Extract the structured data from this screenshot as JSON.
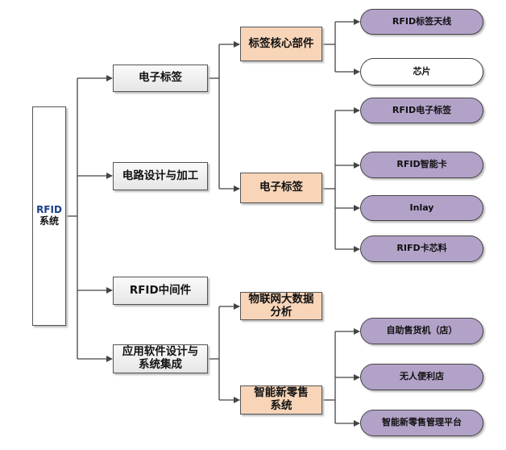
{
  "diagram": {
    "type": "tree",
    "root": {
      "label_line1": "RFID",
      "label_line2": "系统"
    },
    "level1": [
      {
        "label": "电子标签"
      },
      {
        "label": "电路设计与加工"
      },
      {
        "label": "RFID中间件"
      },
      {
        "label_line1": "应用软件设计与",
        "label_line2": "系统集成"
      }
    ],
    "level2": [
      {
        "label": "标签核心部件",
        "parent": "电子标签"
      },
      {
        "label": "电子标签",
        "parent": "电子标签"
      },
      {
        "label_line1": "物联网大数据",
        "label_line2": "分析",
        "parent": "应用软件设计与系统集成"
      },
      {
        "label_line1": "智能新零售",
        "label_line2": "系统",
        "parent": "应用软件设计与系统集成"
      }
    ],
    "level3": [
      {
        "label": "RFID标签天线",
        "parent": "标签核心部件"
      },
      {
        "label": "芯片",
        "parent": "标签核心部件"
      },
      {
        "label": "RFID电子标签",
        "parent": "电子标签"
      },
      {
        "label": "RFID智能卡",
        "parent": "电子标签"
      },
      {
        "label": "Inlay",
        "parent": "电子标签"
      },
      {
        "label": "RIFD卡芯料",
        "parent": "电子标签"
      },
      {
        "label": "自助售货机（店）",
        "parent": "智能新零售系统"
      },
      {
        "label": "无人便利店",
        "parent": "智能新零售系统"
      },
      {
        "label": "智能新零售管理平台",
        "parent": "智能新零售系统"
      }
    ],
    "colors": {
      "level1_fill": "#eeeeee",
      "level2_fill": "#f8d5b8",
      "level3_fill": "#b2a2c8",
      "level3_alt_fill": "#ffffff",
      "connector": "#444444",
      "root_rfid_text": "#1a3e8a"
    }
  }
}
